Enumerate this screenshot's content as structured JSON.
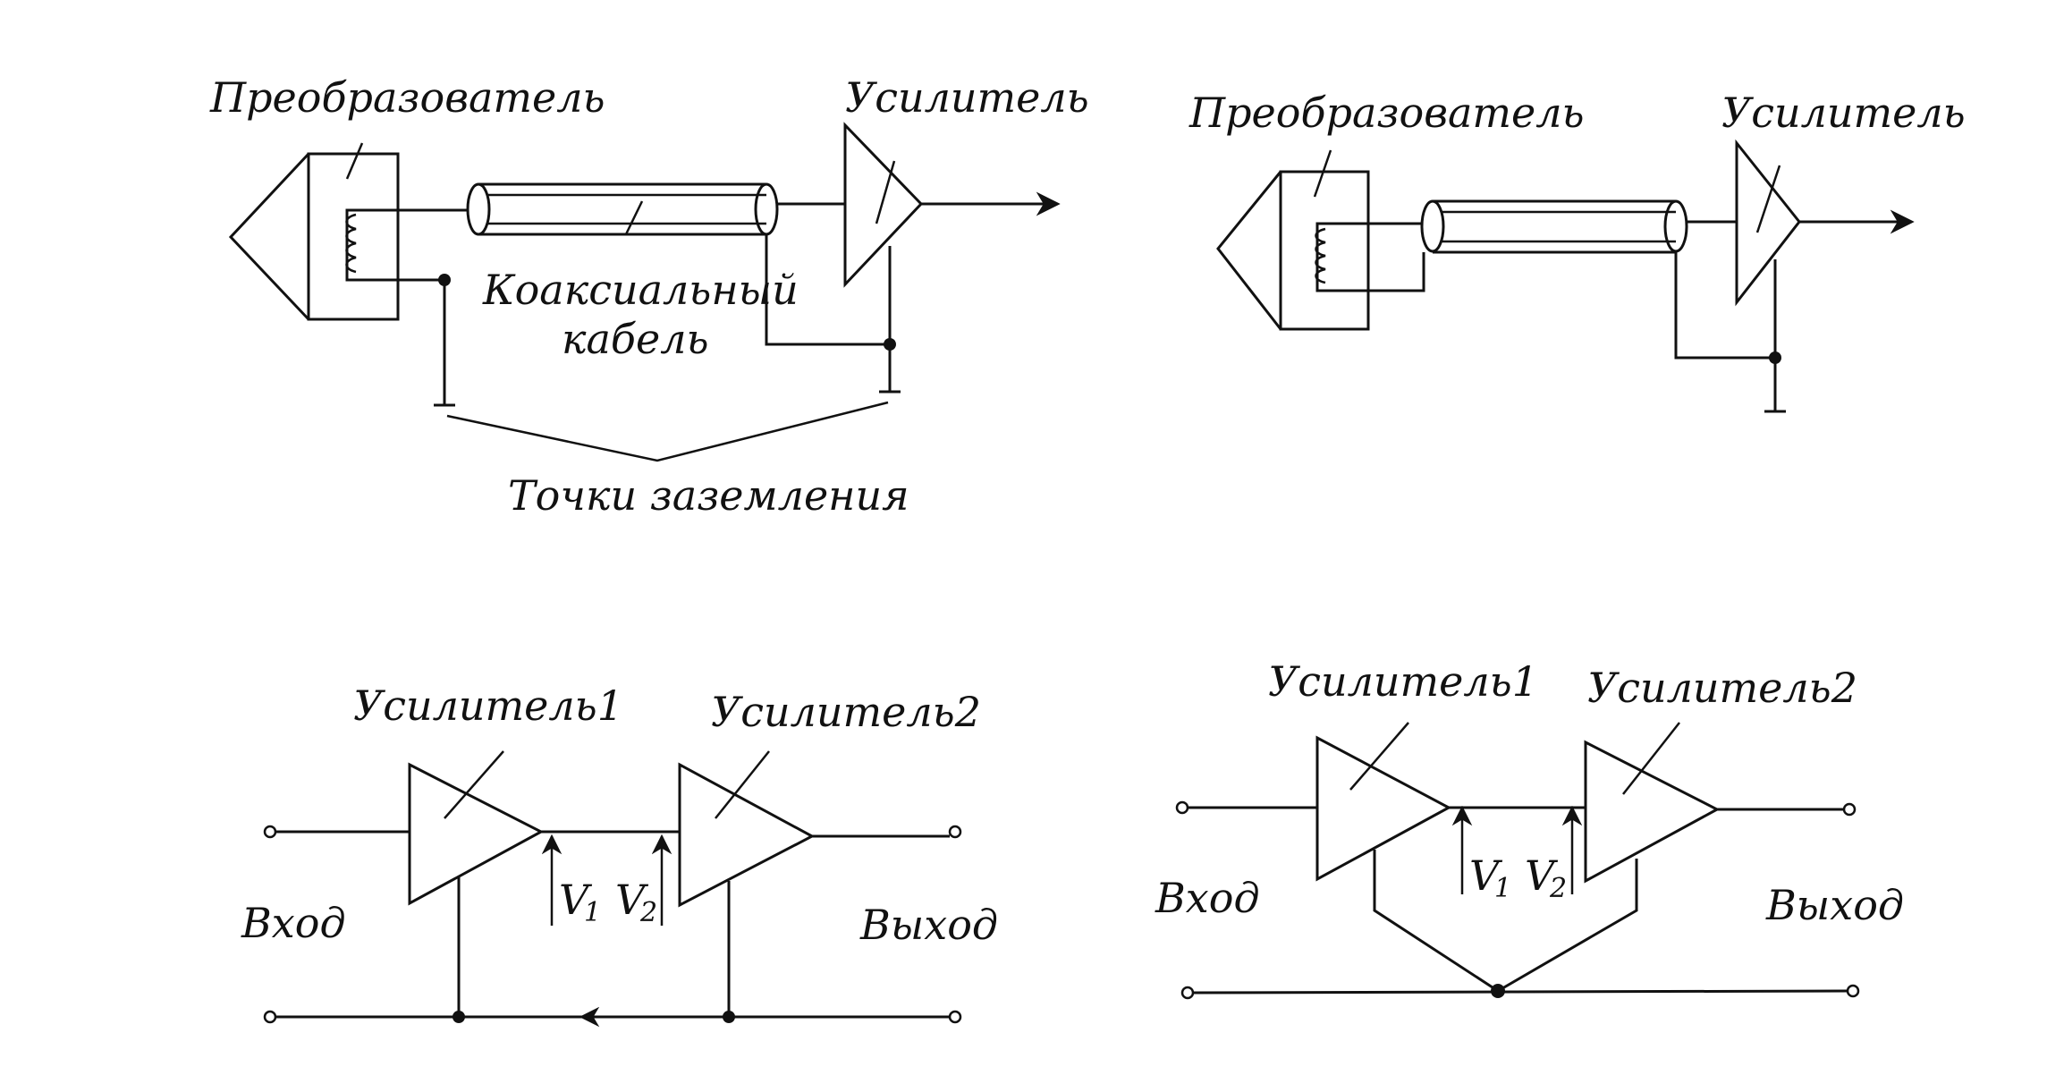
{
  "top_left": {
    "transducer_label": "Преобразователь",
    "amplifier_label": "Усилитель",
    "cable_label_line1": "Коаксиальный",
    "cable_label_line2": "кабель",
    "ground_label": "Точки заземления"
  },
  "top_right": {
    "transducer_label": "Преобразователь",
    "amplifier_label": "Усилитель"
  },
  "bottom_left": {
    "amp1_label": "Усилитель1",
    "amp2_label": "Усилитель2",
    "input_label": "Вход",
    "output_label": "Выход",
    "v1": "V",
    "v1_sub": "1",
    "v2": "V",
    "v2_sub": "2"
  },
  "bottom_right": {
    "amp1_label": "Усилитель1",
    "amp2_label": "Усилитель2",
    "input_label": "Вход",
    "output_label": "Выход",
    "v1": "V",
    "v1_sub": "1",
    "v2": "V",
    "v2_sub": "2"
  }
}
